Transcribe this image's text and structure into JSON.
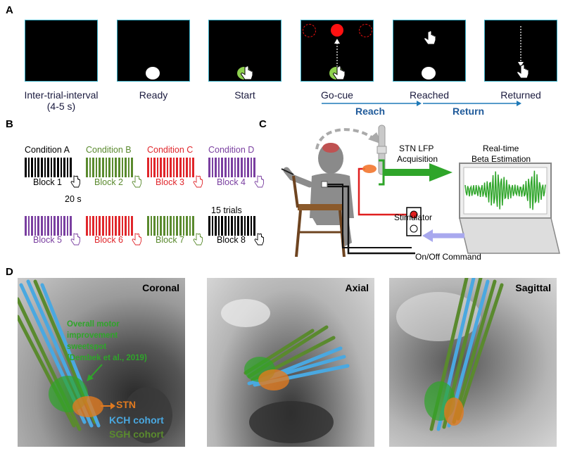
{
  "panels": {
    "a": "A",
    "b": "B",
    "c": "C",
    "d": "D"
  },
  "panel_a": {
    "steps": [
      {
        "label": "Inter-trial-interval",
        "sublabel": "(4-5 s)"
      },
      {
        "label": "Ready",
        "sublabel": ""
      },
      {
        "label": "Start",
        "sublabel": ""
      },
      {
        "label": "Go-cue",
        "sublabel": ""
      },
      {
        "label": "Reached",
        "sublabel": ""
      },
      {
        "label": "Returned",
        "sublabel": ""
      }
    ],
    "phases": {
      "reach": "Reach",
      "return": "Return"
    }
  },
  "panel_b": {
    "conditions": [
      {
        "label": "Condition A",
        "color": "#000000"
      },
      {
        "label": "Condition B",
        "color": "#5a8a2e"
      },
      {
        "label": "Condition C",
        "color": "#e0262b"
      },
      {
        "label": "Condition D",
        "color": "#7a3fa0"
      }
    ],
    "blocks": [
      {
        "label": "Block 1",
        "color": "#000000"
      },
      {
        "label": "Block 2",
        "color": "#5a8a2e"
      },
      {
        "label": "Block 3",
        "color": "#e0262b"
      },
      {
        "label": "Block 4",
        "color": "#7a3fa0"
      },
      {
        "label": "Block 5",
        "color": "#7a3fa0"
      },
      {
        "label": "Block 6",
        "color": "#e0262b"
      },
      {
        "label": "Block 7",
        "color": "#5a8a2e"
      },
      {
        "label": "Block 8",
        "color": "#000000"
      }
    ],
    "interval_note": "20 s",
    "trials_note": "15 trials"
  },
  "panel_c": {
    "acquisition": "STN LFP\nAcquisition",
    "acquisition_line1": "STN LFP",
    "acquisition_line2": "Acquisition",
    "estimation_line1": "Real-time",
    "estimation_line2": "Beta Estimation",
    "stimulator": "Stimulator",
    "command": "On/Off Command"
  },
  "panel_d": {
    "views": [
      "Coronal",
      "Axial",
      "Sagittal"
    ],
    "sweetspot_lines": [
      "Overall motor",
      "improvement",
      "sweetspot",
      "(Dembek et al., 2019)"
    ],
    "stn_label": "STN",
    "kch_label": "KCH cohort",
    "sgh_label": "SGH cohort",
    "colors": {
      "sweetspot": "#2fa52a",
      "stn": "#e07a20",
      "kch": "#4aa8e0",
      "sgh": "#5a8a2e"
    }
  }
}
